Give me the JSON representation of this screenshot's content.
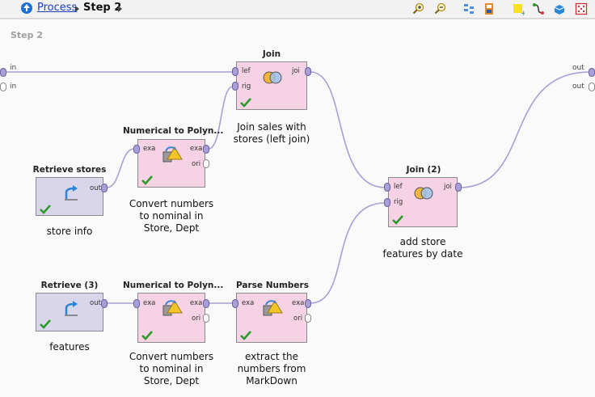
{
  "breadcrumb": {
    "root": "Process",
    "current": "Step 2"
  },
  "colors": {
    "wire": "#a99fd6",
    "operator_pink": "#f6d3e4",
    "operator_lavender": "#d9d6ec",
    "check": "#2a9a2a",
    "link": "#1a3fc4"
  },
  "toolbar_icons": [
    "zoom-in-icon",
    "zoom-out-icon",
    "auto-arrange-icon",
    "order-icon",
    "note-icon",
    "wire-icon",
    "view-icon",
    "fit-icon"
  ],
  "canvas": {
    "step_label": "Step 2",
    "left_ports": [
      "in",
      "in"
    ],
    "right_ports": [
      "out",
      "out"
    ]
  },
  "operators": {
    "join": {
      "title": "Join",
      "ports_in": [
        "lef",
        "rig"
      ],
      "ports_out": [
        "joi"
      ],
      "caption_lines": [
        "Join sales with",
        "stores (left join)"
      ]
    },
    "num2poly_1": {
      "title": "Numerical to Polyn...",
      "ports_in": [
        "exa"
      ],
      "ports_out": [
        "exa",
        "ori"
      ],
      "caption_lines": [
        "Convert numbers",
        "to nominal in",
        "Store, Dept"
      ]
    },
    "retrieve_stores": {
      "title": "Retrieve stores",
      "ports_out": [
        "out"
      ],
      "caption_lines": [
        "store info"
      ]
    },
    "join2": {
      "title": "Join (2)",
      "ports_in": [
        "lef",
        "rig"
      ],
      "ports_out": [
        "joi"
      ],
      "caption_lines": [
        "add store",
        "features by date"
      ]
    },
    "retrieve3": {
      "title": "Retrieve (3)",
      "ports_out": [
        "out"
      ],
      "caption_lines": [
        "features"
      ]
    },
    "num2poly_2": {
      "title": "Numerical to Polyn...",
      "ports_in": [
        "exa"
      ],
      "ports_out": [
        "exa",
        "ori"
      ],
      "caption_lines": [
        "Convert numbers",
        "to nominal in",
        "Store, Dept"
      ]
    },
    "parse_numbers": {
      "title": "Parse Numbers",
      "ports_in": [
        "exa"
      ],
      "ports_out": [
        "exa",
        "ori"
      ],
      "caption_lines": [
        "extract the",
        "numbers from",
        "MarkDown"
      ]
    }
  }
}
